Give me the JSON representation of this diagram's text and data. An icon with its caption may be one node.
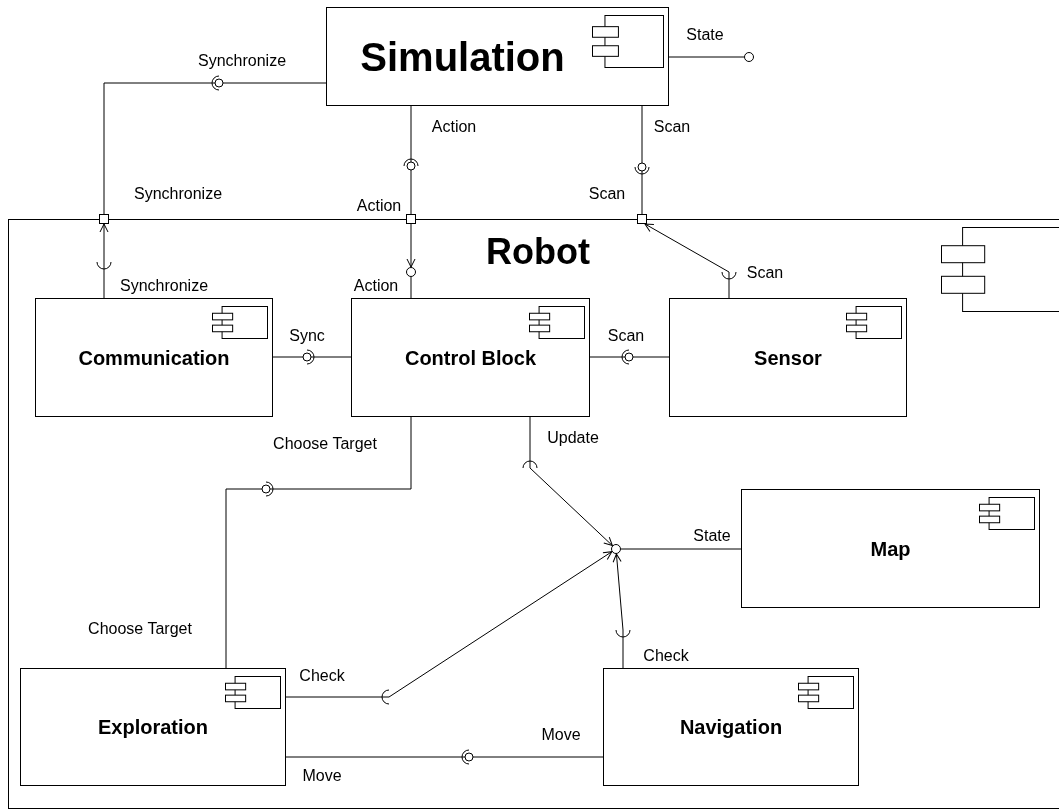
{
  "diagram": {
    "nodes": [
      {
        "text": [
          "Simulation"
        ]
      },
      {
        "text": [],
        "shape": "circle"
      },
      {
        "text": [
          "Robot"
        ]
      },
      {
        "text": [],
        "shape": "box",
        "beside": [
          "Synchronize"
        ]
      },
      {
        "text": [],
        "shape": "box",
        "beside": [
          "Action"
        ]
      },
      {
        "text": [],
        "shape": "box",
        "beside": [
          "Scan"
        ]
      },
      {
        "text": [],
        "shape": "circle",
        "in": 2
      },
      {
        "text": [
          "Communication"
        ],
        "in": 2
      },
      {
        "text": [
          "Control Block"
        ],
        "in": 2
      },
      {
        "text": [
          "Sensor"
        ],
        "in": 2
      },
      {
        "text": [],
        "shape": "circle",
        "in": 2
      },
      {
        "text": [
          "Map"
        ],
        "in": 2
      },
      {
        "text": [
          "Exploration"
        ],
        "in": 2
      },
      {
        "text": [
          "Navigation"
        ],
        "in": 2
      }
    ],
    "edges": [
      {
        "from": 0,
        "to": 3,
        "arrow": "none",
        "label": "Synchronize"
      },
      {
        "from": 7,
        "to": 3,
        "arrow": "to",
        "label": "Synchronize"
      },
      {
        "from": 0,
        "to": 4,
        "arrow": "none",
        "label": "Action"
      },
      {
        "from": 4,
        "to": 6,
        "arrow": "to",
        "label": "Action"
      },
      {
        "from": 6,
        "to": 8,
        "arrow": "none"
      },
      {
        "from": 0,
        "to": 5,
        "arrow": "none",
        "label": "Scan"
      },
      {
        "from": 9,
        "to": 5,
        "arrow": "to",
        "label": "Scan"
      },
      {
        "from": 0,
        "to": 1,
        "arrow": "none",
        "label": "State"
      },
      {
        "from": 7,
        "to": 8,
        "arrow": "none",
        "label": "Sync"
      },
      {
        "from": 8,
        "to": 9,
        "arrow": "none",
        "label": "Scan"
      },
      {
        "from": 8,
        "to": 12,
        "arrow": "none",
        "label": "Choose Target"
      },
      {
        "from": 8,
        "to": 10,
        "arrow": "to",
        "label": "Update"
      },
      {
        "from": 12,
        "to": 10,
        "arrow": "to",
        "label": "Check"
      },
      {
        "from": 13,
        "to": 10,
        "arrow": "to",
        "label": "Check"
      },
      {
        "from": 11,
        "to": 10,
        "arrow": "none",
        "label": "State"
      },
      {
        "from": 12,
        "to": 13,
        "arrow": "none",
        "label": "Move"
      }
    ],
    "labels": [
      "Choose Target",
      "Move"
    ]
  }
}
